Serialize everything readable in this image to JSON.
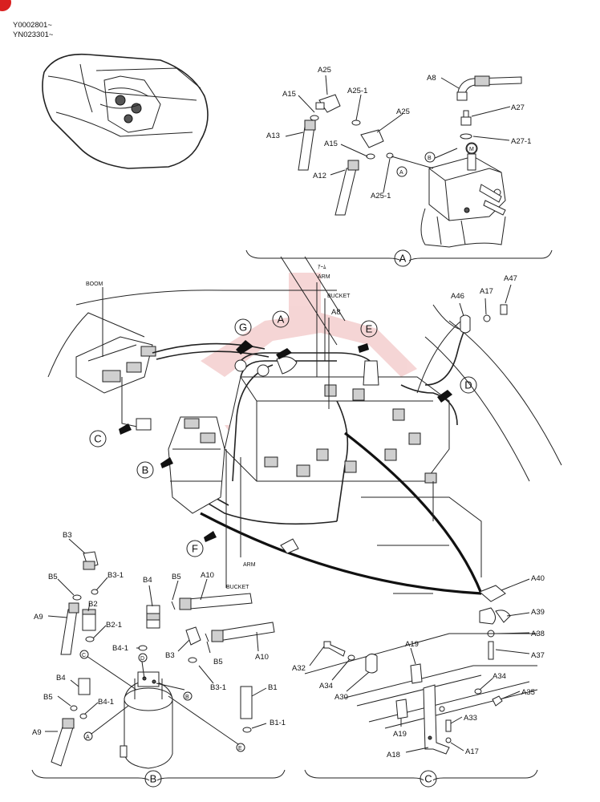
{
  "serials": [
    "Y0002801~",
    "YN023301~"
  ],
  "callouts": {
    "A": "A",
    "B": "B",
    "C": "C",
    "D": "D",
    "E": "E",
    "F": "F",
    "G": "G",
    "M": "M"
  },
  "section_labels": {
    "boom": "BOOM",
    "arm_jp": "ｱｰﾑ",
    "arm": "ARM",
    "bucket": "BUCKET"
  },
  "parts": {
    "A8": "A8",
    "A9": "A9",
    "A10": "A10",
    "A12": "A12",
    "A13": "A13",
    "A15": "A15",
    "A17": "A17",
    "A18": "A18",
    "A19": "A19",
    "A25": "A25",
    "A25_1": "A25-1",
    "A27": "A27",
    "A27_1": "A27-1",
    "A30": "A30",
    "A32": "A32",
    "A33": "A33",
    "A34": "A34",
    "A35": "A35",
    "A37": "A37",
    "A38": "A38",
    "A39": "A39",
    "A40": "A40",
    "A46": "A46",
    "A47": "A47",
    "B1": "B1",
    "B1_1": "B1-1",
    "B2": "B2",
    "B2_1": "B2-1",
    "B3": "B3",
    "B3_1": "B3-1",
    "B4": "B4",
    "B4_1": "B4-1",
    "B5": "B5"
  },
  "port_letters": {
    "a": "A",
    "b": "B",
    "c": "C",
    "d": "D",
    "e": "E"
  },
  "colors": {
    "line": "#222222",
    "watermark": "#e58a8a",
    "corner_badge": "#d92020"
  }
}
